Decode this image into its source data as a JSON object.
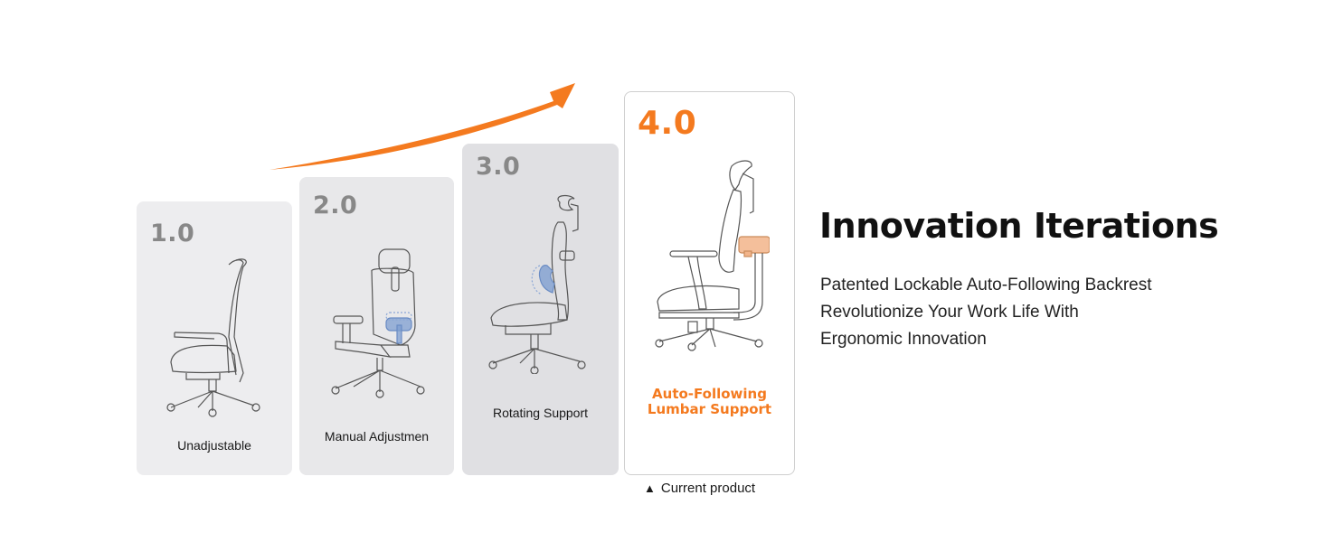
{
  "header": {
    "trend_arrow_color": "#f47a1f"
  },
  "iterations": [
    {
      "version": "1.0",
      "label": "Unadjustable",
      "bg": "#ededef"
    },
    {
      "version": "2.0",
      "label": "Manual Adjustmen",
      "bg": "#e8e8ea"
    },
    {
      "version": "3.0",
      "label": "Rotating Support",
      "bg": "#e0e0e3"
    },
    {
      "version": "4.0",
      "label_line1": "Auto-Following",
      "label_line2": "Lumbar Support",
      "accent": "#f47a1f"
    }
  ],
  "current_marker": {
    "icon": "triangle-up-icon",
    "glyph": "▲",
    "label": "Current product"
  },
  "info": {
    "title": "Innovation Iterations",
    "description_lines": [
      "Patented Lockable Auto-Following Backrest",
      "Revolutionize Your Work Life With",
      "Ergonomic Innovation"
    ]
  },
  "colors": {
    "accent_orange": "#f47a1f",
    "lumbar_blue": "#7f9fd0",
    "lumbar_orange": "#f2b48a",
    "version_gray": "#888888"
  }
}
